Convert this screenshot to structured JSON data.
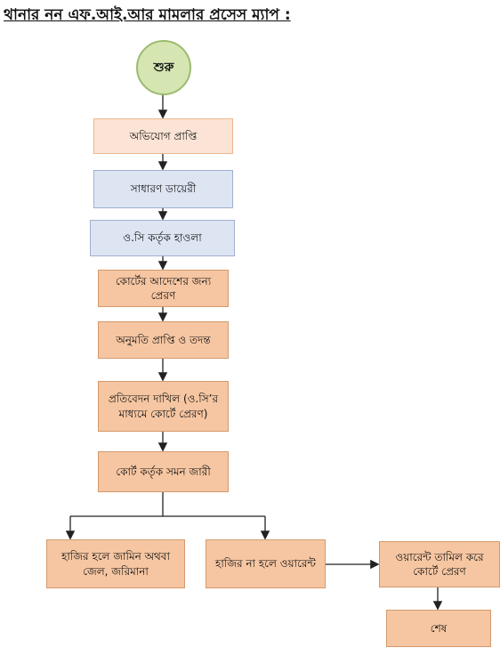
{
  "title": "থানার নন এফ.আই.আর মামলার প্রসেস ম্যাপ  :",
  "nodes": {
    "start": "শুরু",
    "complaint": "অভিযোগ প্রাপ্তি",
    "gd": "সাধারণ ডায়েরী",
    "oc_handover": "ও.সি কর্তৃক হাওলা",
    "court_order": "কোর্টের আদেশের জন্য প্রেরণ",
    "permission": "অনুমতি প্রাপ্তি ও তদন্ত",
    "report": "প্রতিবেদন দাখিল (ও.সি’র মাধ্যমে কোর্টে প্রেরণ)",
    "summons": "কোর্ট কর্তৃক সমন জারী",
    "present": "হাজির হলে জামিন অথবা জেল, জরিমানা",
    "absent": "হাজির না হলে ওয়ারেন্ট",
    "warrant": "ওয়ারেন্ট তামিল করে কোর্টে প্রেরণ",
    "end": "শেষ"
  },
  "colors": {
    "blue": "#dde5f2",
    "peach": "#fbe4d5",
    "orange": "#f6c6a2",
    "start": "#d5e6b3"
  }
}
